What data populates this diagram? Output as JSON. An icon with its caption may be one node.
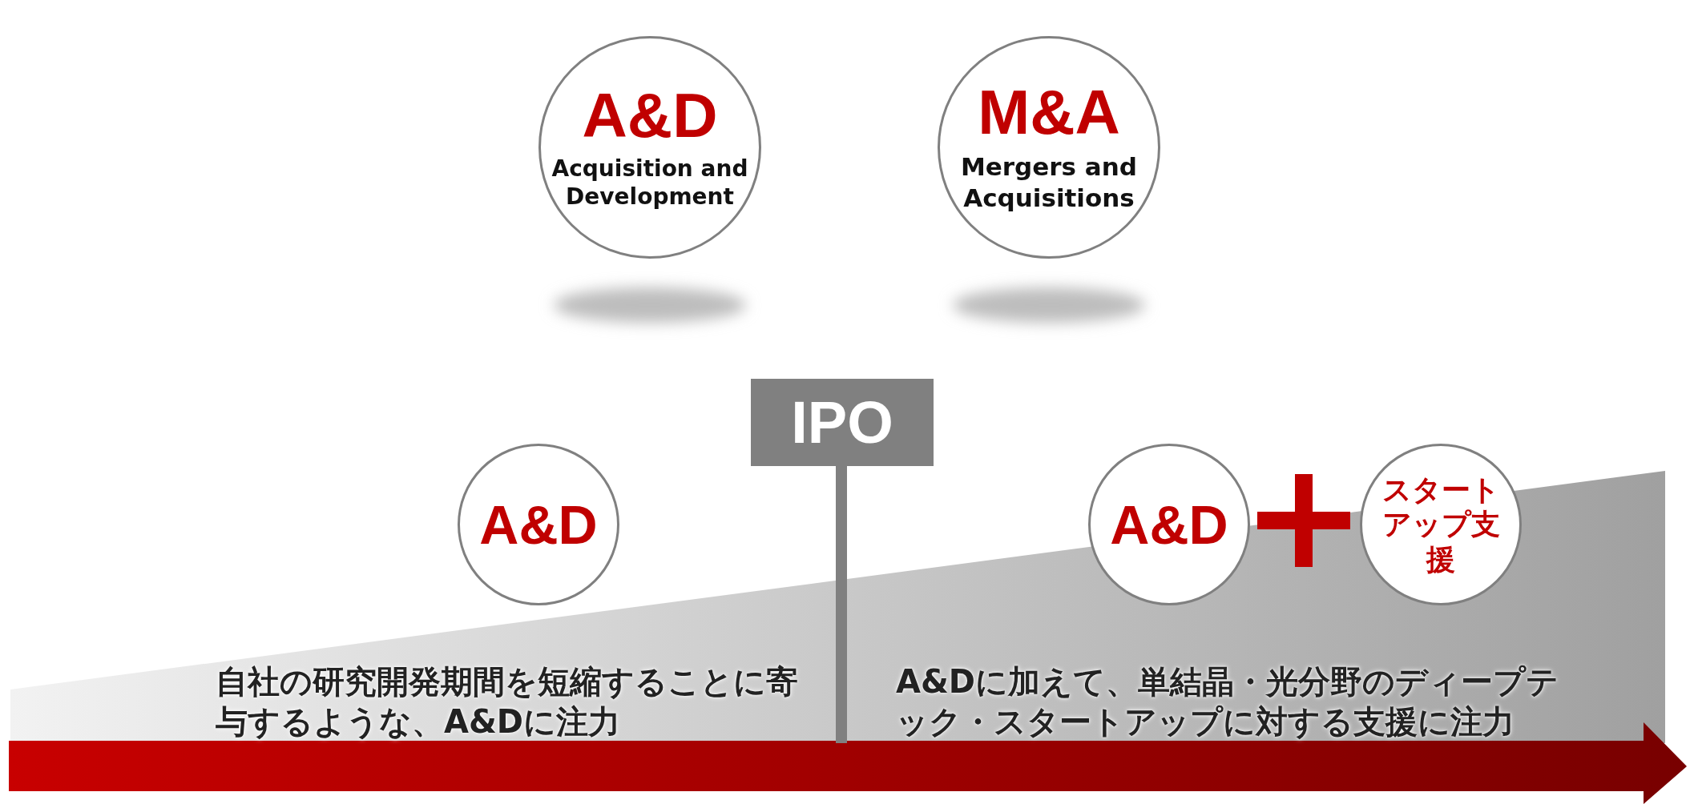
{
  "diagram": {
    "nodes": [
      {
        "text": [
          "A&D",
          "Acquisition and Development"
        ]
      },
      {
        "text": [
          "M&A",
          "Mergers and Acquisitions"
        ]
      },
      {
        "text": [
          "IPO"
        ]
      },
      {
        "text": [],
        "shape": "bar"
      },
      {
        "text": [
          "A&D"
        ]
      },
      {
        "text": [
          "A&D"
        ]
      },
      {
        "text": [
          "スタートアップ支援"
        ]
      }
    ],
    "labels": [
      "自社の研究開発期間を短縮することに寄与するような、A&Dに注力",
      "A&Dに加えて、単結晶・光分野のディープテック・スタートアップに対する支援に注力"
    ]
  }
}
